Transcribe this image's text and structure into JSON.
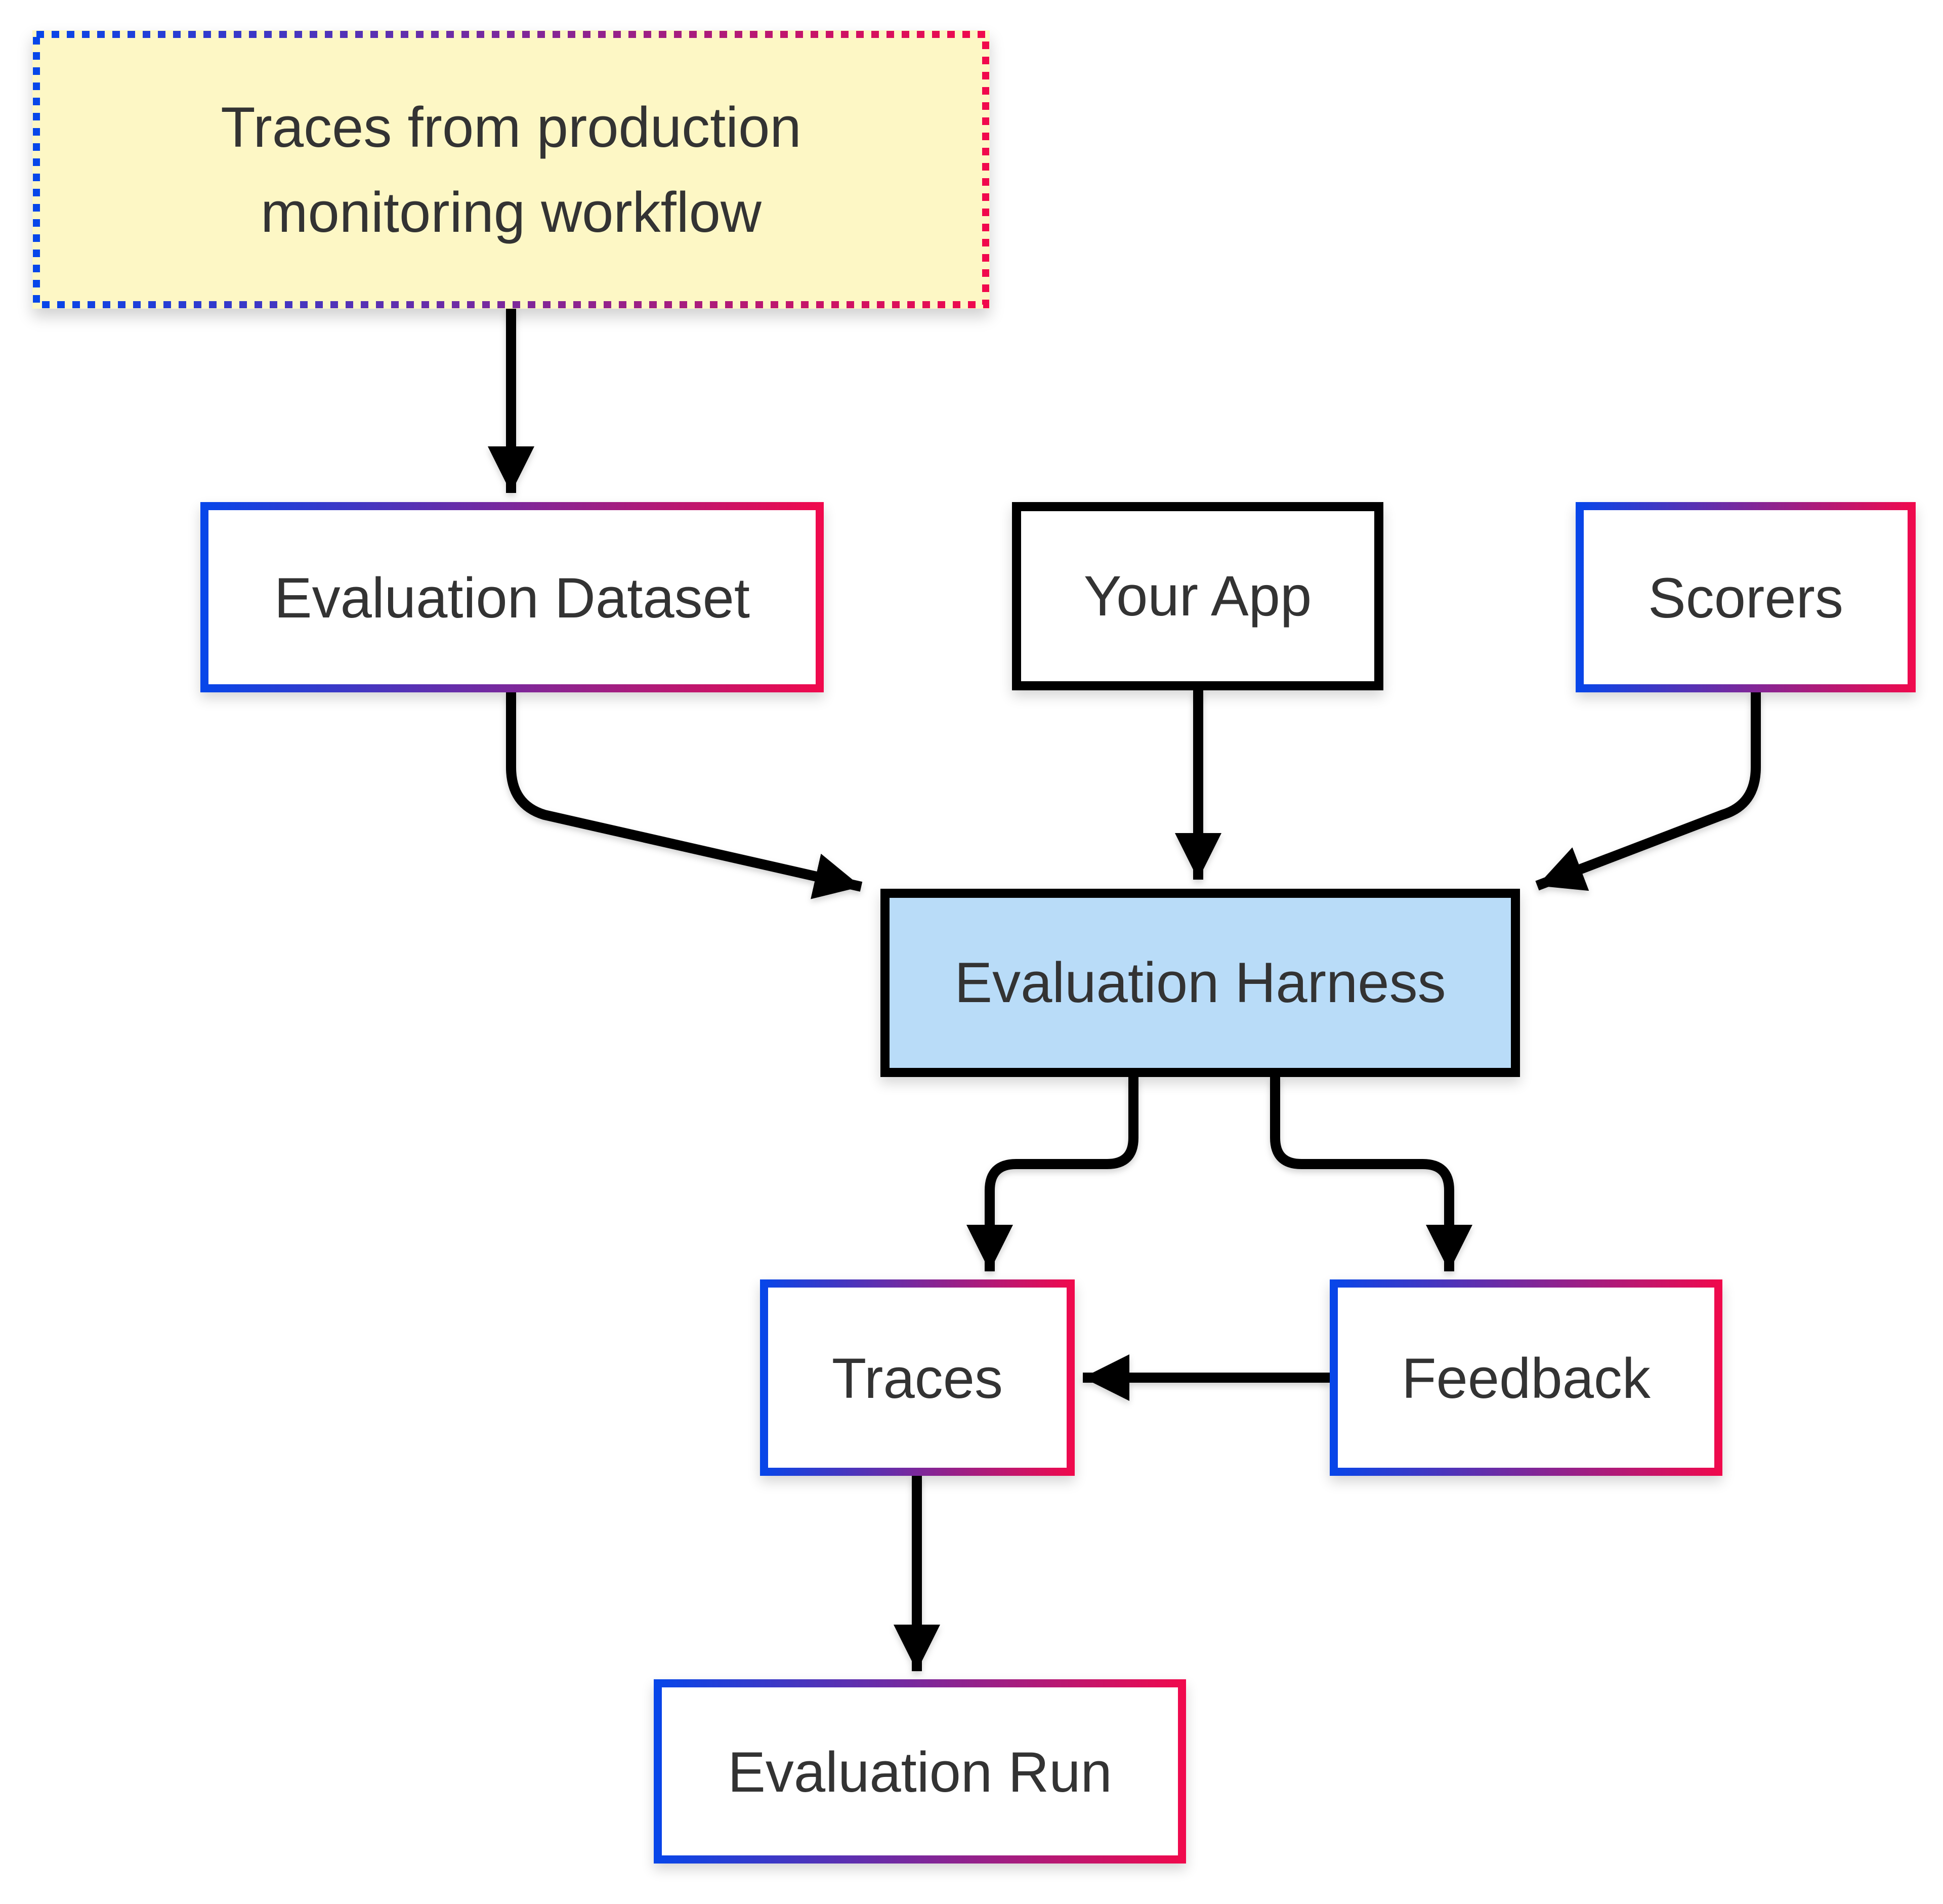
{
  "diagram": {
    "type": "flowchart",
    "nodes": {
      "production_note": {
        "label": "Traces from production monitoring workflow",
        "shape": "dashed-gradient-note"
      },
      "evaluation_dataset": {
        "label": "Evaluation Dataset",
        "shape": "gradient-border-box"
      },
      "your_app": {
        "label": "Your App",
        "shape": "black-border-box"
      },
      "scorers": {
        "label": "Scorers",
        "shape": "gradient-border-box"
      },
      "evaluation_harness": {
        "label": "Evaluation Harness",
        "shape": "black-border-filled-box"
      },
      "traces": {
        "label": "Traces",
        "shape": "gradient-border-box"
      },
      "feedback": {
        "label": "Feedback",
        "shape": "gradient-border-box"
      },
      "evaluation_run": {
        "label": "Evaluation Run",
        "shape": "gradient-border-box"
      }
    },
    "edges": [
      {
        "from": "production_note",
        "to": "evaluation_dataset"
      },
      {
        "from": "evaluation_dataset",
        "to": "evaluation_harness"
      },
      {
        "from": "your_app",
        "to": "evaluation_harness"
      },
      {
        "from": "scorers",
        "to": "evaluation_harness"
      },
      {
        "from": "evaluation_harness",
        "to": "traces"
      },
      {
        "from": "evaluation_harness",
        "to": "feedback"
      },
      {
        "from": "feedback",
        "to": "traces"
      },
      {
        "from": "traces",
        "to": "evaluation_run"
      }
    ],
    "colors": {
      "gradient_start": "#0646EA",
      "gradient_end": "#F1094C",
      "note_fill": "#FDF7C5",
      "harness_fill": "#B9DCF8",
      "node_fill": "#FFFFFF",
      "black_border": "#000000",
      "edge_color": "#000000",
      "text_color": "#333333"
    }
  }
}
